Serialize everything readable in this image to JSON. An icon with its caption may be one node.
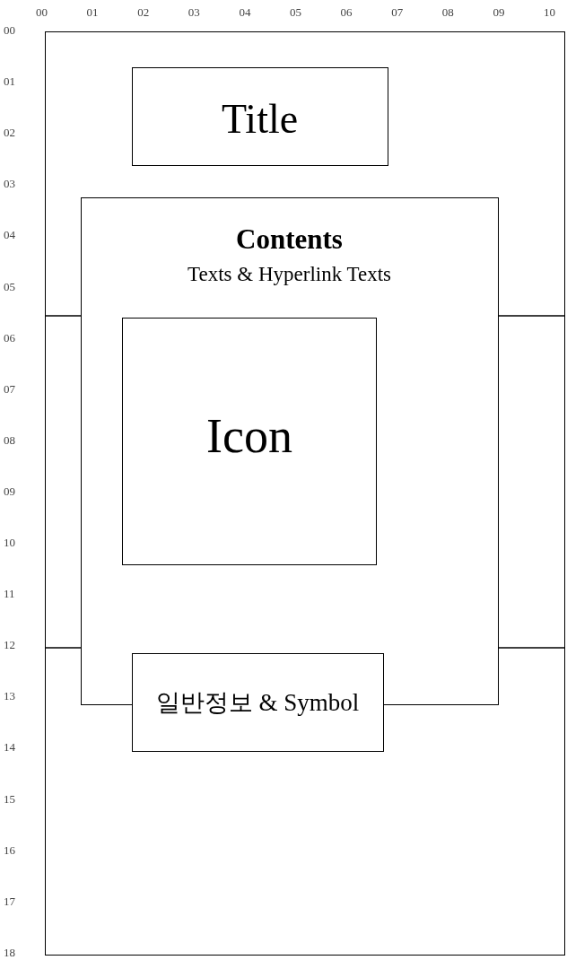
{
  "diagram": {
    "nodes": [
      {
        "text": [],
        "shape": "box"
      },
      {
        "text": [
          "Title"
        ],
        "in": 0
      },
      {
        "text": [
          "Contents",
          "Texts & Hyperlink Texts"
        ],
        "in": 0
      },
      {
        "text": [
          "Icon"
        ],
        "in": 2
      },
      {
        "text": [
          "일반정보 & Symbol"
        ],
        "in": 0
      }
    ],
    "labels": [
      "00",
      "01",
      "02",
      "03",
      "04",
      "05",
      "06",
      "07",
      "08",
      "09",
      "10",
      "00",
      "01",
      "02",
      "03",
      "04",
      "05",
      "06",
      "07",
      "08",
      "09",
      "10",
      "11",
      "12",
      "13",
      "14",
      "15",
      "16",
      "17",
      "18"
    ]
  }
}
